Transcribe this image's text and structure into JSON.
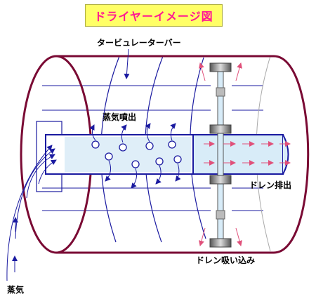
{
  "title": "ドライヤーイメージ図",
  "labels": {
    "turbulator_bar": "タービュレーターバー",
    "steam_jet": "蒸気噴出",
    "drain_discharge": "ドレン排出",
    "drain_suction": "ドレン吸い込み",
    "steam": "蒸気"
  },
  "colors": {
    "shell": "#7a0a34",
    "pipe": "#1a1aa0",
    "arrow": "#e0507a",
    "pipe_fill": "#d8ecf8",
    "title_bg": "#ffff66",
    "title_text": "#ff1493"
  }
}
